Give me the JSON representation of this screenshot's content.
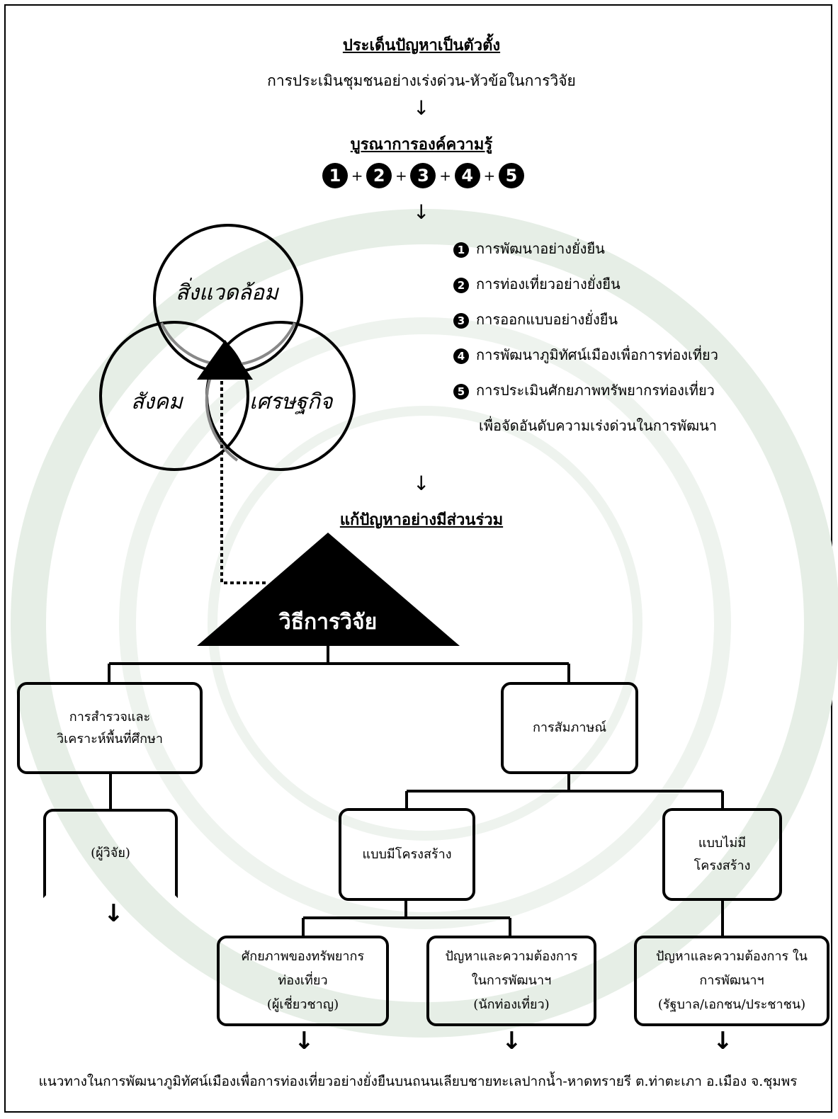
{
  "title": "ประเด็นปัญหาเป็นตัวตั้ง",
  "subtitle": "การประเมินชุมชนอย่างเร่งด่วน-หัวข้อในการวิจัย",
  "integration_title": "บูรณาการองค์ความรู้",
  "formula": {
    "items": [
      "1",
      "2",
      "3",
      "4",
      "5"
    ],
    "plus": "+"
  },
  "legend": [
    {
      "num": "1",
      "text": "การพัฒนาอย่างยั่งยืน"
    },
    {
      "num": "2",
      "text": "การท่องเที่ยวอย่างยั่งยืน"
    },
    {
      "num": "3",
      "text": "การออกแบบอย่างยั่งยืน"
    },
    {
      "num": "4",
      "text": "การพัฒนาภูมิทัศน์เมืองเพื่อการท่องเที่ยว"
    },
    {
      "num": "5",
      "text": "การประเมินศักยภาพทรัพยากรท่องเที่ยว",
      "text2": "เพื่อจัดอันดับความเร่งด่วนในการพัฒนา"
    }
  ],
  "venn": {
    "environment": "สิ่งแวดล้อม",
    "society": "สังคม",
    "economy": "เศรษฐกิจ"
  },
  "participation_title": "แก้ปัญหาอย่างมีส่วนร่วม",
  "method_label": "วิธีการวิจัย",
  "survey_box": {
    "line1": "การสำรวจและ",
    "line2": "วิเคราะห์พื้นที่ศึกษา"
  },
  "researcher_box": "(ผู้วิจัย)",
  "interview_box": "การสัมภาษณ์",
  "structured_box": "แบบมีโครงสร้าง",
  "unstructured_box": {
    "line1": "แบบไม่มี",
    "line2": "โครงสร้าง"
  },
  "potential_box": {
    "line1": "ศักยภาพของทรัพยากร",
    "line2": "ท่องเที่ยว",
    "line3": "(ผู้เชี่ยวชาญ)"
  },
  "tourist_box": {
    "line1": "ปัญหาและความต้องการ",
    "line2": "ในการพัฒนาฯ",
    "line3": "(นักท่องเที่ยว)"
  },
  "stakeholder_box": {
    "line1": "ปัญหาและความต้องการ ใน",
    "line2": "การพัฒนาฯ",
    "line3": "(รัฐบาล/เอกชน/ประชาชน)"
  },
  "arrow_glyph": "↓",
  "footer": "แนวทางในการพัฒนาภูมิทัศน์เมืองเพื่อการท่องเที่ยวอย่างยั่งยืนบนถนนเลียบชายทะเลปากน้ำ-หาดทรายรี ต.ท่าตะเภา อ.เมือง จ.ชุมพร"
}
